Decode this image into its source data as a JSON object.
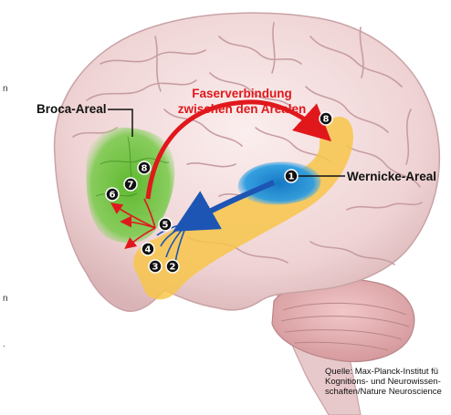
{
  "labels": {
    "broca": "Broca-Areal",
    "wernicke": "Wernicke-Areal",
    "connection_line1": "Faserverbindung",
    "connection_line2": "zwischen den Arealen"
  },
  "markers": [
    "1",
    "2",
    "3",
    "4",
    "5",
    "6",
    "7",
    "8",
    "8"
  ],
  "edge_fragments": [
    "n",
    "n",
    "."
  ],
  "source": {
    "line1": "Quelle: Max-Planck-Institut fü",
    "line2": "Kognitions- und Neurowissen-",
    "line3": "schaften/Nature Neuroscience"
  },
  "colors": {
    "brain": "#f2dcdc",
    "broca_area": "#6cbf3c",
    "wernicke_area": "#1e8fd6",
    "temporal_band": "#f7c64a",
    "red_arrow": "#e0181c",
    "blue_arrow": "#1d55b4"
  }
}
